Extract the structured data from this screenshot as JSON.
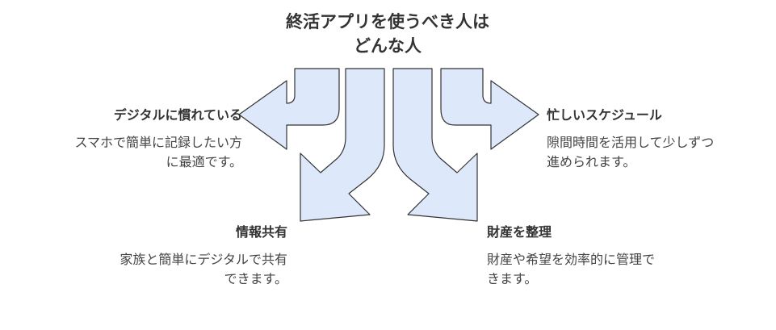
{
  "title": {
    "line1": "終活アプリを使うべき人は",
    "line2": "どんな人"
  },
  "items": [
    {
      "heading": "デジタルに慣れている",
      "desc1": "スマホで簡単に記録したい方",
      "desc2": "に最適です。"
    },
    {
      "heading": "忙しいスケジュール",
      "desc1": "隙間時間を活用して少しずつ",
      "desc2": "進められます。"
    },
    {
      "heading": "情報共有",
      "desc1": "家族と簡単にデジタルで共有",
      "desc2": "できます。"
    },
    {
      "heading": "財産を整理",
      "desc1": "財産や希望を効率的に管理で",
      "desc2": "きます。"
    }
  ],
  "colors": {
    "arrow_fill": "#dde8fb",
    "arrow_stroke": "#333333",
    "text": "#333333"
  }
}
